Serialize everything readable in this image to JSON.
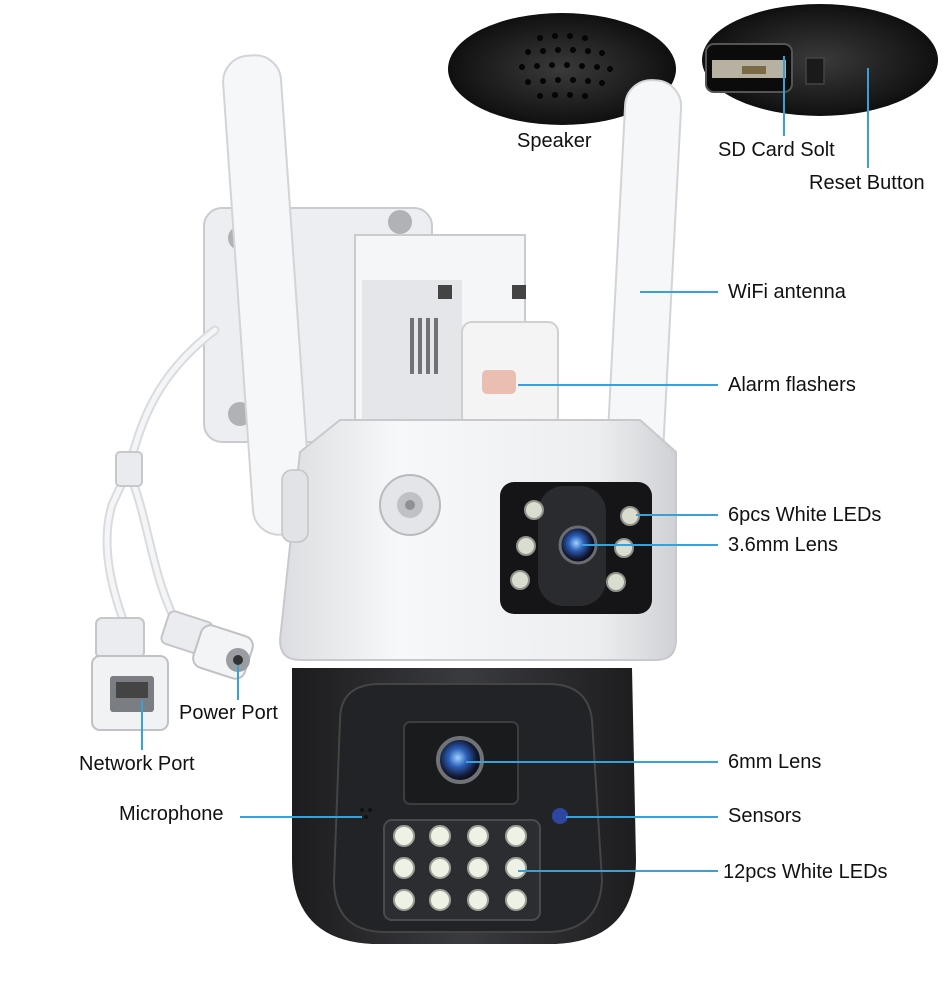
{
  "labels": {
    "speaker": "Speaker",
    "sd_card": "SD Card Solt",
    "reset": "Reset Button",
    "wifi": "WiFi antenna",
    "alarm": "Alarm flashers",
    "leds6": "6pcs White LEDs",
    "lens36": "3.6mm Lens",
    "power": "Power Port",
    "network": "Network Port",
    "lens6": "6mm Lens",
    "microphone": "Microphone",
    "sensors": "Sensors",
    "leds12": "12pcs White LEDs"
  },
  "colors": {
    "leader": "#3aa0d8",
    "body_white": "#f2f3f5",
    "body_dark": "#2a2b2e",
    "led": "#e8ece0"
  }
}
